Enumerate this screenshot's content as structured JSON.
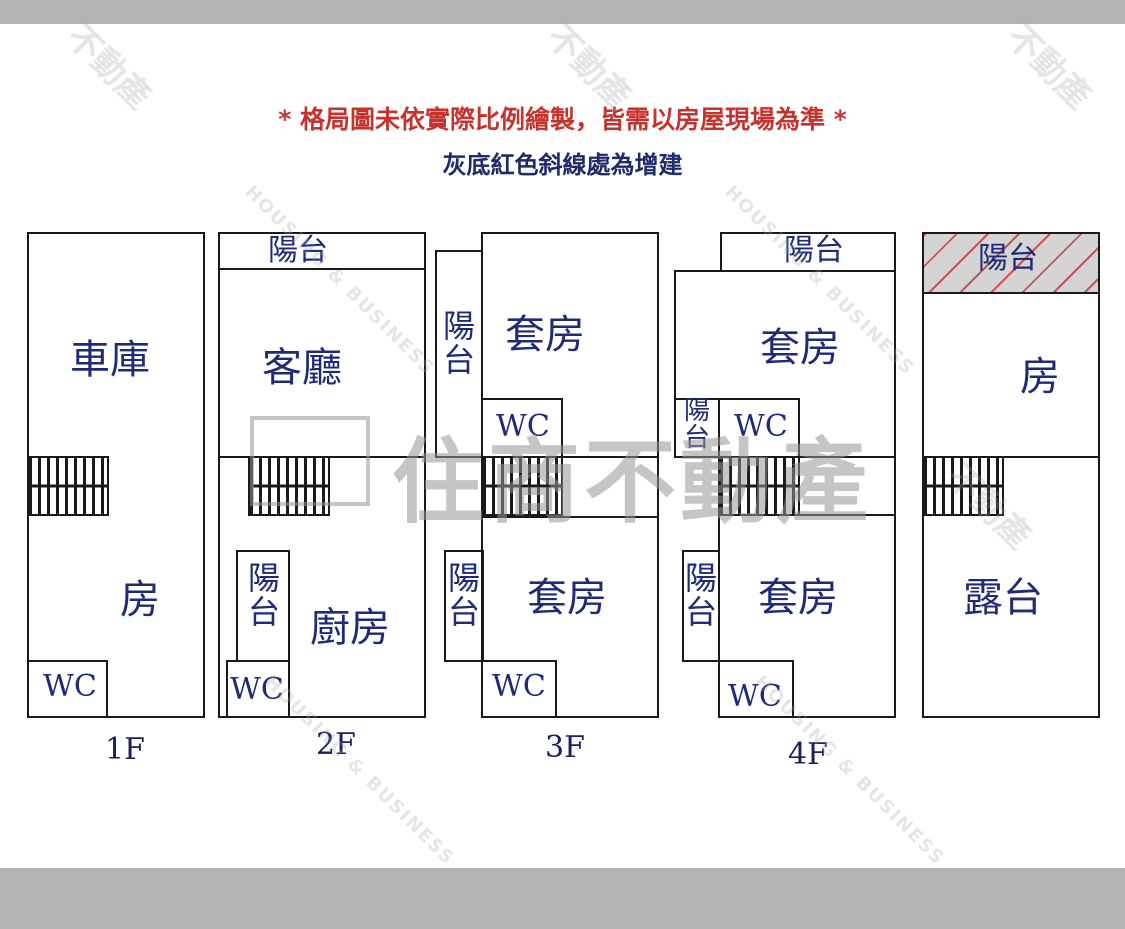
{
  "header": {
    "note": "* 格局圖未依實際比例繪製，皆需以房屋現場為準 *",
    "sub": "灰底紅色斜線處為增建"
  },
  "floors": {
    "f1": {
      "label": "1F",
      "garage": "車庫",
      "room": "房",
      "wc": "WC"
    },
    "f2": {
      "label": "2F",
      "balcony_top": "陽台",
      "living": "客廳",
      "balcony_side": "陽台",
      "kitchen": "廚房",
      "wc": "WC"
    },
    "f3": {
      "label": "3F",
      "balcony_upper": "陽台",
      "suite_upper": "套房",
      "wc_upper": "WC",
      "balcony_lower": "陽台",
      "suite_lower": "套房",
      "wc_lower": "WC"
    },
    "f4": {
      "label": "4F",
      "balcony_top": "陽台",
      "suite_upper": "套房",
      "balcony_mid": "陽台",
      "wc_upper": "WC",
      "balcony_lower": "陽台",
      "suite_lower": "套房",
      "wc_lower": "WC"
    },
    "f5": {
      "balcony_top": "陽台",
      "room": "房",
      "terrace": "露台"
    }
  },
  "watermark": {
    "main": "住商不動產",
    "diag": "不動產",
    "brand": "HOUSING & BUSINESS"
  },
  "colors": {
    "note_red": "#c8322d",
    "label_blue": "#1f2a78",
    "hatch_red": "#c82828",
    "hatch_gray": "#d4d4d4"
  }
}
